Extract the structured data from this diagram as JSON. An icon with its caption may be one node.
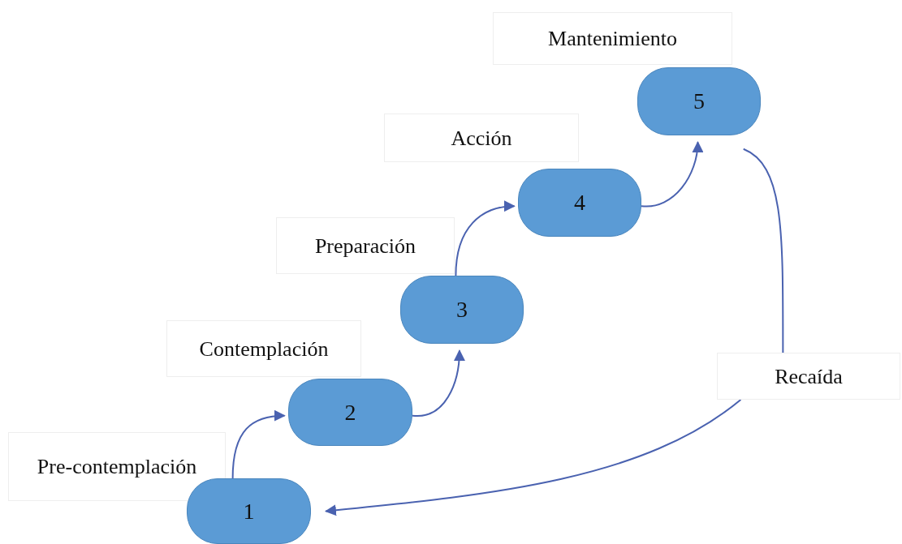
{
  "diagram": {
    "nodes": [
      {
        "text": [
          "Mantenimiento"
        ]
      },
      {
        "text": [
          "5"
        ]
      },
      {
        "text": [
          "Acción"
        ]
      },
      {
        "text": [
          "4"
        ]
      },
      {
        "text": [
          "Preparación"
        ]
      },
      {
        "text": [
          "3"
        ]
      },
      {
        "text": [
          "Contemplación"
        ]
      },
      {
        "text": [
          "2"
        ]
      },
      {
        "text": [
          "Recaída"
        ]
      },
      {
        "text": [
          "Pre-contemplación"
        ]
      },
      {
        "text": [
          "1"
        ]
      }
    ],
    "edges": [
      {
        "from": 10,
        "to": 7,
        "arrow": "to"
      },
      {
        "from": 7,
        "to": 5,
        "arrow": "to"
      },
      {
        "from": 5,
        "to": 3,
        "arrow": "to"
      },
      {
        "from": 3,
        "to": 1,
        "arrow": "to"
      },
      {
        "from": 1,
        "to": 8,
        "arrow": "none"
      },
      {
        "from": 8,
        "to": 10,
        "arrow": "to"
      }
    ]
  }
}
